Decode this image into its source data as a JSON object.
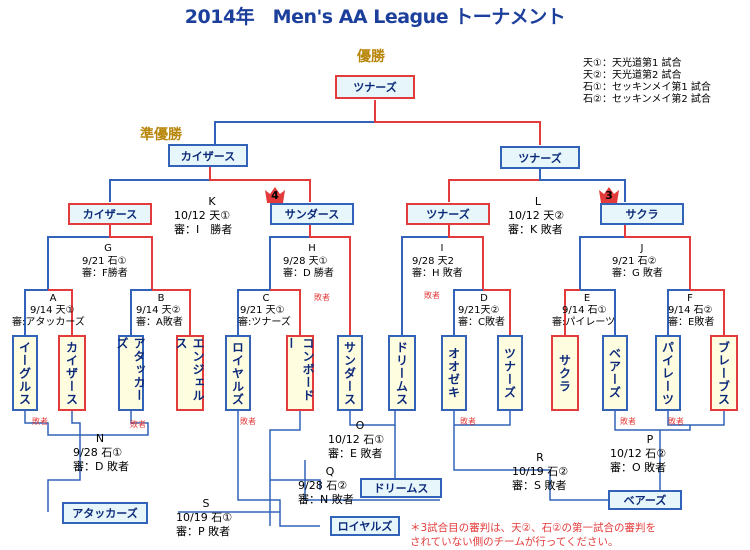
{
  "title": "2014年　Men's AA League トーナメント",
  "legend": [
    "天①：天光道第1 試合",
    "天②：天光道第2 試合",
    "石①：セッキンメイ第1 試合",
    "石②：セッキンメイ第2 試合"
  ],
  "champion_label": "優勝",
  "runnerup_label": "準優勝",
  "champion": "ツナーズ",
  "finalists": {
    "left": "カイザース",
    "right": "ツナーズ"
  },
  "semifinalists": [
    "カイザース",
    "サンダース",
    "ツナーズ",
    "サクラ"
  ],
  "r2_winners": [
    "カイザース",
    "サンダース",
    "ツナーズ",
    "サクラ"
  ],
  "teams": [
    "イーグルス",
    "カイザース",
    "アタッカーズ",
    "エンジェルス",
    "ロイヤルズ",
    "コンボードー",
    "サンダース",
    "ドリームス",
    "オオゼキ",
    "ツナーズ",
    "サクラ",
    "ベアーズ",
    "パイレーツ",
    "ブレーブス"
  ],
  "games": {
    "A": {
      "letter": "A",
      "info": "9/14 天①",
      "ref": "審:アタッカーズ"
    },
    "B": {
      "letter": "B",
      "info": "9/14 天②",
      "ref": "審：A敗者"
    },
    "C": {
      "letter": "C",
      "info": "9/21 天①",
      "ref": "審:ツナーズ"
    },
    "D": {
      "letter": "D",
      "info": "9/21天②",
      "ref": "審：C敗者"
    },
    "E": {
      "letter": "E",
      "info": "9/14 石①",
      "ref": "審:パイレーツ"
    },
    "F": {
      "letter": "F",
      "info": "9/14 石②",
      "ref": "審：E敗者"
    },
    "G": {
      "letter": "G",
      "info": "9/21 石①",
      "ref": "審：F勝者"
    },
    "H": {
      "letter": "H",
      "info": "9/28 天①",
      "ref": "審：D 勝者"
    },
    "I": {
      "letter": "I",
      "info": "9/28 天2",
      "ref": "審：H 敗者"
    },
    "J": {
      "letter": "J",
      "info": "9/21 石②",
      "ref": "審：G 敗者"
    },
    "K": {
      "letter": "K",
      "info": "10/12 天①",
      "ref": "審：I　勝者"
    },
    "L": {
      "letter": "L",
      "info": "10/12 天②",
      "ref": "審：K 敗者"
    },
    "N": {
      "letter": "N",
      "info": "9/28 石①",
      "ref": "審：D 敗者"
    },
    "O": {
      "letter": "O",
      "info": "10/12 石①",
      "ref": "審：E 敗者"
    },
    "P": {
      "letter": "P",
      "info": "10/12 石②",
      "ref": "審：O 敗者"
    },
    "Q": {
      "letter": "Q",
      "info": "9/28 石②",
      "ref": "審：N 敗者"
    },
    "R": {
      "letter": "R",
      "info": "10/19 石②",
      "ref": "審：S 敗者"
    },
    "S": {
      "letter": "S",
      "info": "10/19 石①",
      "ref": "審：P 敗者"
    }
  },
  "loser_label": "敗者",
  "consolation": {
    "atackers": "アタッカーズ",
    "royals": "ロイヤルズ",
    "dreams": "ドリームス",
    "bears": "ベアーズ"
  },
  "seeds": {
    "left": "4",
    "right": "3"
  },
  "footnote": [
    "＊3試合目の審判は、天②、石②の第一試合の審判を",
    "されていない側のチームが行ってください。"
  ],
  "colors": {
    "title": "#1c3f9c",
    "blue_line": "#3263b8",
    "red_line": "#e33b3b",
    "box_bg": "#e6f6fa",
    "team_bg": "#fffde0",
    "gold": "#b8860b"
  }
}
